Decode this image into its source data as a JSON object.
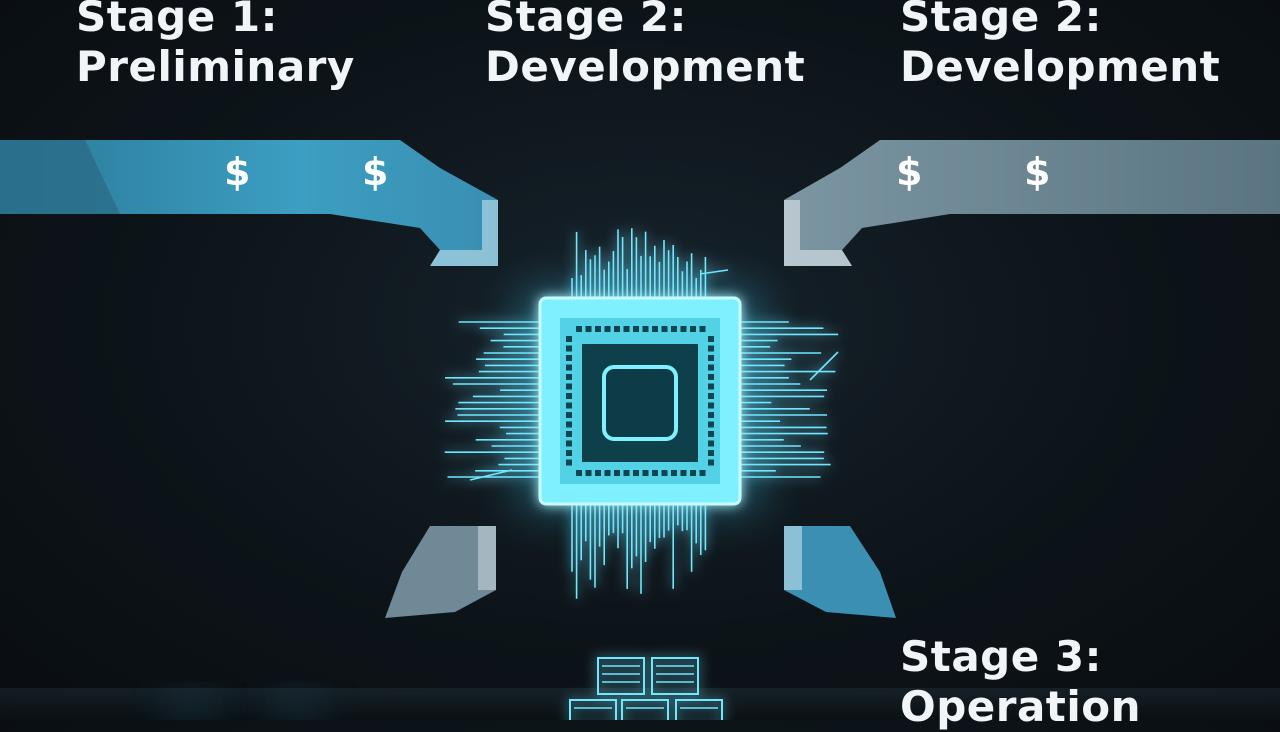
{
  "stages": [
    {
      "line1": "Stage 1:",
      "line2": "Preliminary"
    },
    {
      "line1": "Stage 2:",
      "line2": "Development"
    },
    {
      "line1": "Stage 2:",
      "line2": "Development"
    },
    {
      "line1": "Stage 3:",
      "line2": "Operation"
    }
  ],
  "currency_symbol": "$",
  "colors": {
    "background": "#0d1419",
    "arrow_blue": "#3a95b8",
    "arrow_gray": "#6f8a96",
    "chip_glow": "#5fe4ff",
    "text": "#f2f5f7"
  },
  "icons": [
    "microchip-icon",
    "dollar-icon",
    "stacked-blocks-icon"
  ]
}
